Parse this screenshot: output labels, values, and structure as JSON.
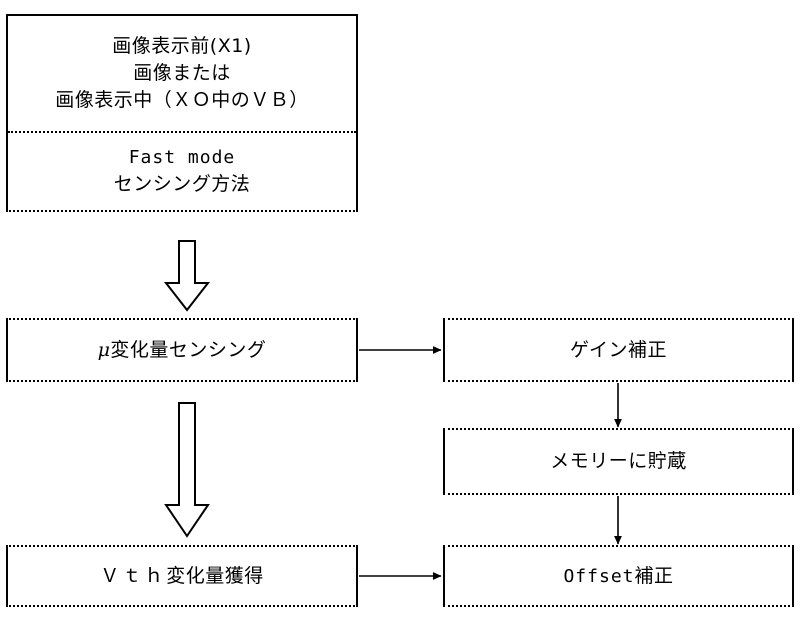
{
  "diagram": {
    "title": "Fast mode sensing flow",
    "background": "#ffffff",
    "stroke": "#000000"
  },
  "nodes": {
    "display_state": {
      "name": "display-state-block",
      "upper": {
        "line1": "画像表示前(X1)",
        "line2": "画像または",
        "line3": "画像表示中（ＸＯ中のＶＢ）"
      },
      "lower": {
        "line1": "Fast mode",
        "line2": "センシング方法"
      }
    },
    "mu_sensing": {
      "name": "mu-change-sensing",
      "label_prefix": "μ",
      "label": "変化量センシング"
    },
    "gain_correction": {
      "name": "gain-correction",
      "label": "ゲイン補正"
    },
    "memory_store": {
      "name": "memory-store",
      "label": "メモリーに貯蔵"
    },
    "vth_acquire": {
      "name": "vth-change-acquire",
      "label_prefix": "Ｖｔｈ",
      "label": "変化量獲得"
    },
    "offset_correction": {
      "name": "offset-correction",
      "label_prefix": "Offset",
      "label": "補正"
    }
  },
  "edges": [
    {
      "id": "e1",
      "name": "block-arrow-down-to-mu-sensing",
      "from": "display_state",
      "to": "mu_sensing",
      "style": "hollow-block-arrow",
      "direction": "down"
    },
    {
      "id": "e2",
      "name": "arrow-mu-sensing-to-gain-correction",
      "from": "mu_sensing",
      "to": "gain_correction",
      "style": "line-arrow",
      "direction": "right"
    },
    {
      "id": "e3",
      "name": "arrow-gain-correction-to-memory-store",
      "from": "gain_correction",
      "to": "memory_store",
      "style": "line-arrow",
      "direction": "down"
    },
    {
      "id": "e4",
      "name": "block-arrow-down-to-vth-acquire",
      "from": "mu_sensing",
      "to": "vth_acquire",
      "style": "hollow-block-arrow",
      "direction": "down"
    },
    {
      "id": "e5",
      "name": "arrow-memory-store-to-offset-correction",
      "from": "memory_store",
      "to": "offset_correction",
      "style": "line-arrow",
      "direction": "down"
    },
    {
      "id": "e6",
      "name": "arrow-vth-acquire-to-offset-correction",
      "from": "vth_acquire",
      "to": "offset_correction",
      "style": "line-arrow",
      "direction": "right"
    }
  ]
}
